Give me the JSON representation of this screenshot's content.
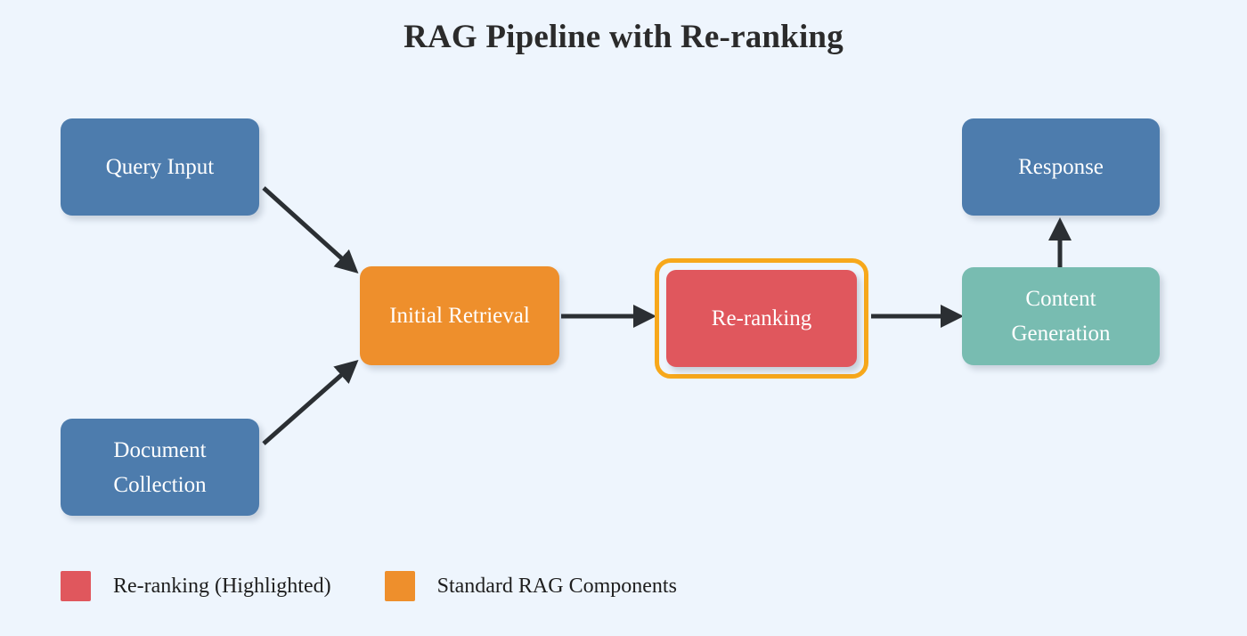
{
  "title": "RAG Pipeline with Re-ranking",
  "background_color": "#eef5fd",
  "nodes": {
    "query_input": {
      "label": "Query Input",
      "color": "#4d7cad"
    },
    "document_collection": {
      "label": "Document\nCollection",
      "color": "#4d7cad"
    },
    "initial_retrieval": {
      "label": "Initial Retrieval",
      "color": "#ee8f2c"
    },
    "reranking": {
      "label": "Re-ranking",
      "color": "#e0575d",
      "highlight_color": "#f7a81b"
    },
    "content_generation": {
      "label": "Content\nGeneration",
      "color": "#78bcb1"
    },
    "response": {
      "label": "Response",
      "color": "#4d7cad"
    }
  },
  "edges": [
    {
      "from": "query_input",
      "to": "initial_retrieval"
    },
    {
      "from": "document_collection",
      "to": "initial_retrieval"
    },
    {
      "from": "initial_retrieval",
      "to": "reranking"
    },
    {
      "from": "reranking",
      "to": "content_generation"
    },
    {
      "from": "content_generation",
      "to": "response"
    }
  ],
  "edge_color": "#2b2f33",
  "legend": {
    "items": [
      {
        "label": "Re-ranking (Highlighted)",
        "color": "#e0575d"
      },
      {
        "label": "Standard RAG Components",
        "color": "#ee8f2c"
      }
    ]
  }
}
